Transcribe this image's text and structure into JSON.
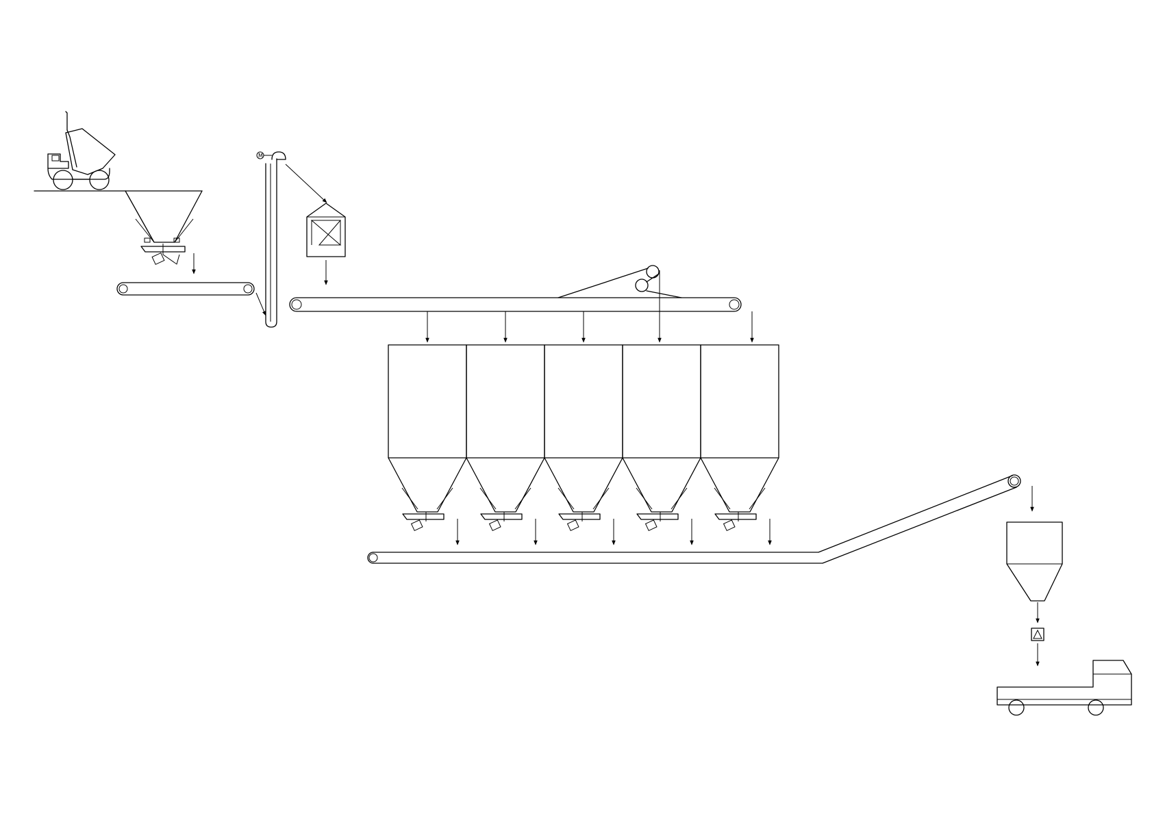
{
  "diagram": {
    "background": "#ffffff",
    "line_color": "#000000",
    "silo_count": 5,
    "motor_label": "M",
    "components": [
      "dump-truck",
      "receiving-hopper",
      "feed-belt-conveyor",
      "bucket-elevator",
      "vibrating-screen",
      "distribution-belt-conveyor",
      "storage-silos",
      "collecting-belt-conveyor",
      "loading-bin",
      "loading-valve",
      "flatbed-truck"
    ]
  }
}
